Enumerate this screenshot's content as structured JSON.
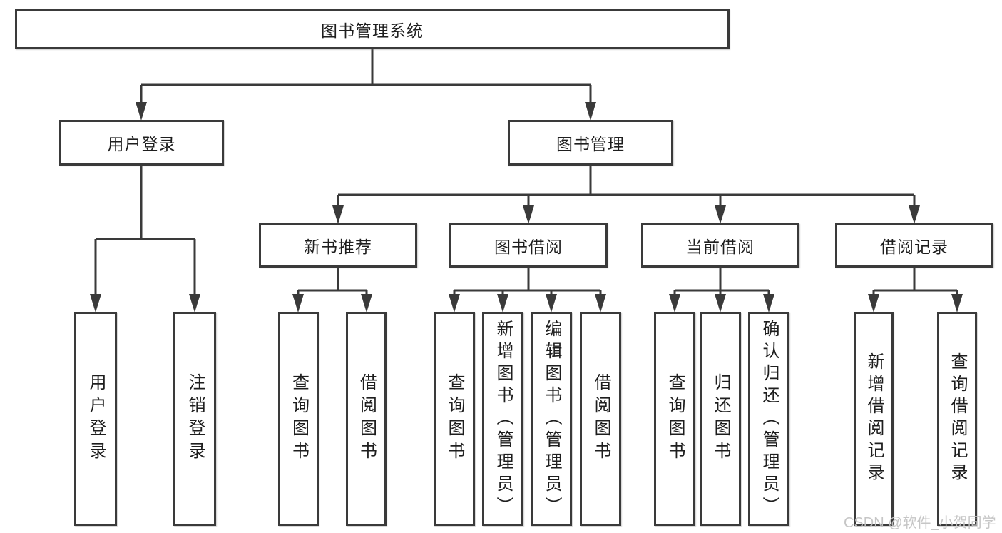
{
  "watermark": "CSDN @软件_小贺同学",
  "colors": {
    "line": "#3a3a3a",
    "text": "#1e1e1e",
    "background": "#ffffff",
    "watermark": "#c3c3c3"
  },
  "tree": {
    "root": "图书管理系统",
    "branches": [
      {
        "label": "用户登录",
        "leaves": [
          "用户登录",
          "注销登录"
        ]
      },
      {
        "label": "图书管理",
        "groups": [
          {
            "label": "新书推荐",
            "leaves": [
              "查询图书",
              "借阅图书"
            ]
          },
          {
            "label": "图书借阅",
            "leaves": [
              "查询图书",
              "新增图书（管理员）",
              "编辑图书（管理员）",
              "借阅图书"
            ]
          },
          {
            "label": "当前借阅",
            "leaves": [
              "查询图书",
              "归还图书",
              "确认归还（管理员）"
            ]
          },
          {
            "label": "借阅记录",
            "leaves": [
              "新增借阅记录",
              "查询借阅记录"
            ]
          }
        ]
      }
    ]
  }
}
